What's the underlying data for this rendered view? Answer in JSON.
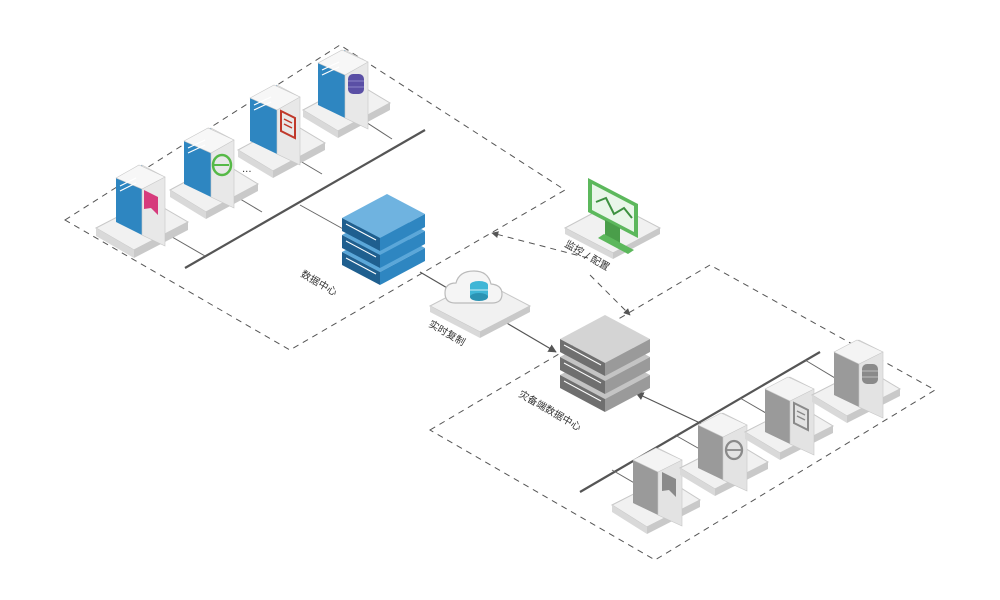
{
  "colors": {
    "primary_blue": "#2e86c1",
    "primary_blue_dark": "#1f5f8f",
    "backup_gray": "#9a9a9a",
    "backup_gray_dark": "#6f6f6f",
    "monitor_green": "#5cb85c",
    "cloud_cyan": "#3fb6d6",
    "app_magenta": "#d63b7c",
    "app_green": "#56b947",
    "app_red": "#c0392b",
    "app_purple": "#5a4fa5"
  },
  "labels": {
    "primary_dc": "数据中心",
    "replication": "实时复制",
    "monitor": "监控 / 配置",
    "backup_dc": "灾备端数据中心",
    "ellipsis": "..."
  },
  "icons": {
    "primary_servers": [
      "bookmark-icon",
      "browser-e-icon",
      "document-icon",
      "database-icon"
    ],
    "backup_servers": [
      "bookmark-icon",
      "browser-e-icon",
      "document-icon",
      "database-icon"
    ],
    "hub": "storage-stack-icon",
    "cloud": "cloud-database-icon",
    "monitor": "line-chart-monitor-icon"
  }
}
